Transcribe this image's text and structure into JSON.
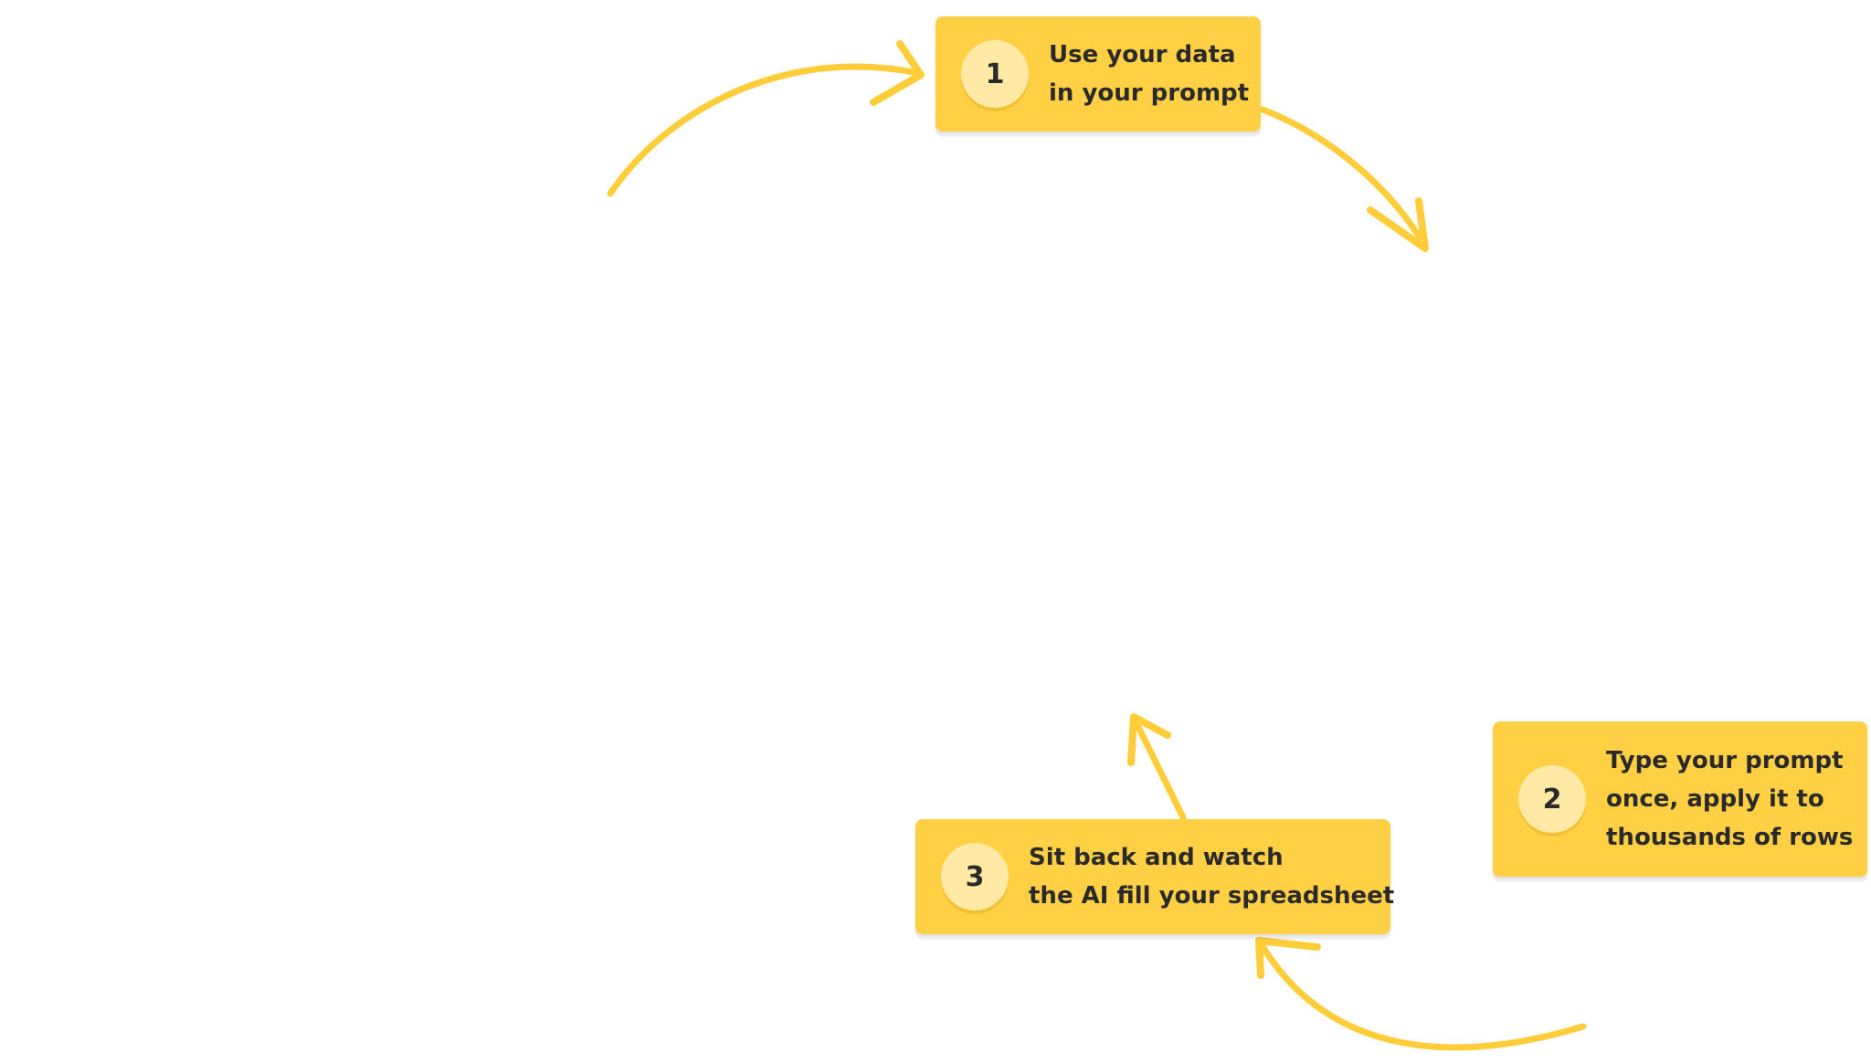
{
  "colors": {
    "card": "#FFD043",
    "badge": "#FFE9A5",
    "arrow": "#FFCC3A",
    "text": "#2A2A2A"
  },
  "steps": [
    {
      "number": "1",
      "lines": [
        "Use your data",
        "in your prompt"
      ]
    },
    {
      "number": "2",
      "lines": [
        "Type your prompt",
        "once, apply it to",
        "thousands of rows"
      ]
    },
    {
      "number": "3",
      "lines": [
        "Sit back and watch",
        "the AI fill your spreadsheet"
      ]
    }
  ],
  "arrows": [
    {
      "icon": "curved-arrow-icon",
      "from": "start",
      "to": "step-1"
    },
    {
      "icon": "curved-arrow-icon",
      "from": "step-1",
      "to": "step-2"
    },
    {
      "icon": "curved-arrow-icon",
      "from": "step-2",
      "to": "step-3"
    },
    {
      "icon": "straight-arrow-icon",
      "from": "step-3",
      "to": "loop"
    }
  ]
}
